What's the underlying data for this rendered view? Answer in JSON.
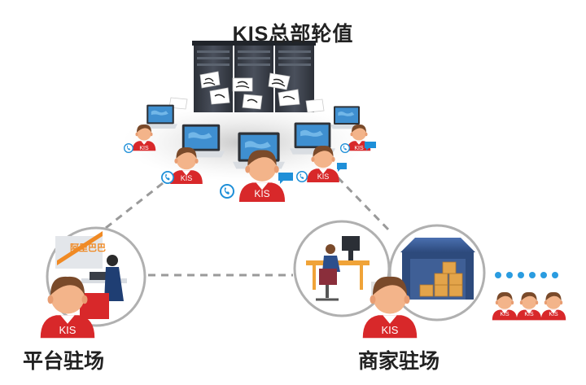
{
  "title": "KIS总部轮值",
  "badge_text": "KIS",
  "platform_logo_text": "阿里巴巴",
  "left_label": "平台驻场",
  "right_label": "商家驻场",
  "colors": {
    "badge_red": "#d8282a",
    "skin": "#f3b48a",
    "hair": "#7a4a2a",
    "phone_blue": "#1e8fd8",
    "dash_gray": "#9a9a9a",
    "server_dark": "#3a3f48"
  },
  "icons": [
    "server-rack-icon",
    "laptop-icon",
    "phone-icon",
    "chat-bubble-icon",
    "warehouse-icon",
    "desk-worker-icon",
    "dots-icon"
  ]
}
